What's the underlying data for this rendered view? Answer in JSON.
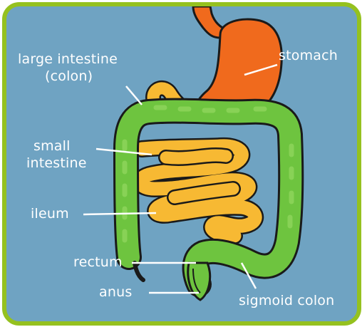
{
  "labels": {
    "large_intestine": {
      "line1": "large intestine",
      "line2": "(colon)"
    },
    "stomach": "stomach",
    "small_intestine": {
      "line1": "small",
      "line2": "intestine"
    },
    "ileum": "ileum",
    "rectum": "rectum",
    "anus": "anus",
    "sigmoid_colon": "sigmoid colon"
  },
  "colors": {
    "background": "#6fa3c2",
    "frame": "#95c11f",
    "stomach": "#f06a1d",
    "small_intestine": "#f7b933",
    "large_intestine": "#6ec43f",
    "outline": "#1a1a1a",
    "label_text": "#ffffff"
  }
}
